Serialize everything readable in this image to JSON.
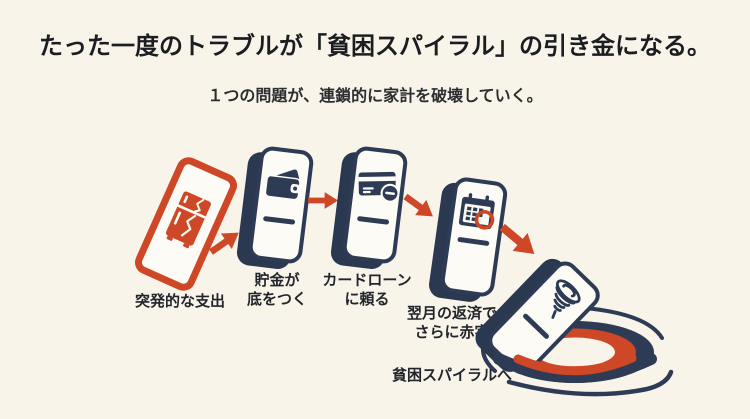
{
  "header": {
    "title": "たった一度のトラブルが「貧困スパイラル」の引き金になる。",
    "subtitle": "１つの問題が、連鎖的に家計を破壊していく。"
  },
  "steps": [
    {
      "id": "sudden-expense",
      "icon": "refrigerator-icon",
      "lines": [
        "突発的な支出"
      ]
    },
    {
      "id": "savings-depleted",
      "icon": "wallet-icon",
      "lines": [
        "貯金が",
        "底をつく"
      ]
    },
    {
      "id": "card-loan",
      "icon": "credit-card-icon",
      "lines": [
        "カードローン",
        "に頼る"
      ]
    },
    {
      "id": "next-month-deficit",
      "icon": "calendar-icon",
      "lines": [
        "翌月の返済で",
        "さらに赤字"
      ]
    },
    {
      "id": "poverty-spiral",
      "icon": "tornado-icon",
      "lines": [
        "貧困スパイラルへ"
      ]
    }
  ],
  "flow": {
    "arrow_count": 4,
    "direction": "left-to-right-descending"
  },
  "colors": {
    "background": "#F8F4EA",
    "accent_red": "#CE4727",
    "navy": "#2D3B55",
    "tile_face": "#FCFBF5",
    "text": "#1c1d20"
  }
}
